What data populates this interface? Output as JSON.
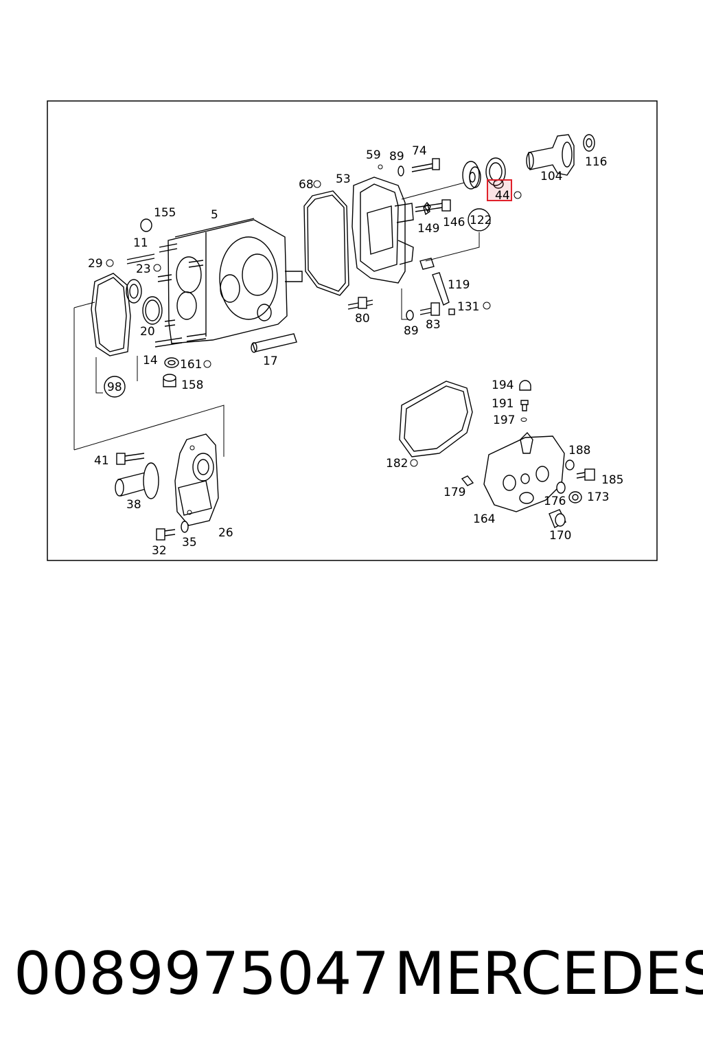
{
  "diagram": {
    "labels": [
      {
        "id": "p59",
        "text": "59"
      },
      {
        "id": "p89a",
        "text": "89"
      },
      {
        "id": "p74",
        "text": "74"
      },
      {
        "id": "p116",
        "text": "116"
      },
      {
        "id": "p104",
        "text": "104"
      },
      {
        "id": "p44",
        "text": "44"
      },
      {
        "id": "p68",
        "text": "68"
      },
      {
        "id": "p53",
        "text": "53"
      },
      {
        "id": "p155",
        "text": "155"
      },
      {
        "id": "p5",
        "text": "5"
      },
      {
        "id": "p149",
        "text": "149"
      },
      {
        "id": "p146",
        "text": "146"
      },
      {
        "id": "p122",
        "text": "122"
      },
      {
        "id": "p11",
        "text": "11"
      },
      {
        "id": "p29",
        "text": "29"
      },
      {
        "id": "p23",
        "text": "23"
      },
      {
        "id": "p119",
        "text": "119"
      },
      {
        "id": "p131",
        "text": "131"
      },
      {
        "id": "p80",
        "text": "80"
      },
      {
        "id": "p20",
        "text": "20"
      },
      {
        "id": "p89b",
        "text": "89"
      },
      {
        "id": "p83",
        "text": "83"
      },
      {
        "id": "p17",
        "text": "17"
      },
      {
        "id": "p14",
        "text": "14"
      },
      {
        "id": "p161",
        "text": "161"
      },
      {
        "id": "p158",
        "text": "158"
      },
      {
        "id": "p98",
        "text": "98"
      },
      {
        "id": "p194",
        "text": "194"
      },
      {
        "id": "p191",
        "text": "191"
      },
      {
        "id": "p197",
        "text": "197"
      },
      {
        "id": "p188",
        "text": "188"
      },
      {
        "id": "p41",
        "text": "41"
      },
      {
        "id": "p182",
        "text": "182"
      },
      {
        "id": "p185",
        "text": "185"
      },
      {
        "id": "p179",
        "text": "179"
      },
      {
        "id": "p173",
        "text": "173"
      },
      {
        "id": "p38",
        "text": "38"
      },
      {
        "id": "p176",
        "text": "176"
      },
      {
        "id": "p164",
        "text": "164"
      },
      {
        "id": "p26",
        "text": "26"
      },
      {
        "id": "p35",
        "text": "35"
      },
      {
        "id": "p170",
        "text": "170"
      },
      {
        "id": "p32",
        "text": "32"
      }
    ],
    "highlighted_part": "44",
    "highlight_color": "#e0202a"
  },
  "footer": {
    "part_number": "0089975047",
    "brand": "MERCEDES"
  }
}
